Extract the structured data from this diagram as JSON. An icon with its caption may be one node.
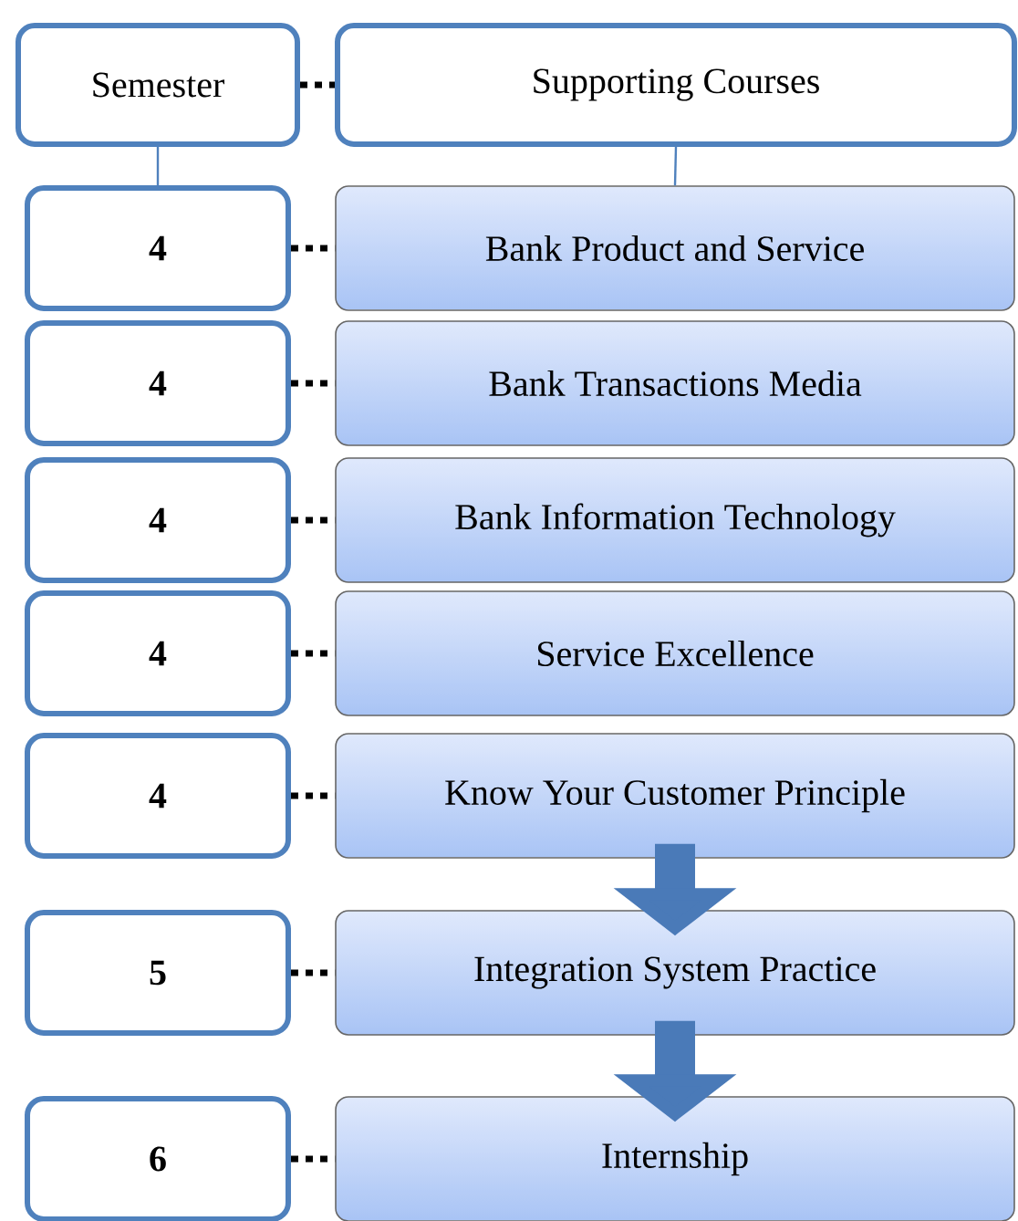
{
  "diagram": {
    "nodes": [
      {
        "text": [
          "Semester"
        ]
      },
      {
        "text": [
          "Supporting Courses"
        ]
      },
      {
        "text": [
          "4"
        ]
      },
      {
        "text": [
          "Bank Product and Service"
        ]
      },
      {
        "text": [
          "4"
        ]
      },
      {
        "text": [
          "Bank Transactions Media"
        ]
      },
      {
        "text": [
          "4"
        ]
      },
      {
        "text": [
          "Bank Information Technology"
        ]
      },
      {
        "text": [
          "4"
        ]
      },
      {
        "text": [
          "Service Excellence"
        ]
      },
      {
        "text": [
          "4"
        ]
      },
      {
        "text": [
          "Know Your Customer Principle"
        ]
      },
      {
        "text": [
          "5"
        ]
      },
      {
        "text": [
          "Integration System Practice"
        ]
      },
      {
        "text": [
          "6"
        ]
      },
      {
        "text": [
          "Internship"
        ]
      }
    ],
    "edges": [
      {
        "from": 0,
        "to": 1,
        "arrow": "none",
        "style": "dashed"
      },
      {
        "from": 0,
        "to": 2,
        "arrow": "none",
        "color": "#4f81bd"
      },
      {
        "from": 1,
        "to": 3,
        "arrow": "none",
        "color": "#4f81bd"
      },
      {
        "from": 2,
        "to": 3,
        "arrow": "none",
        "style": "dashed"
      },
      {
        "from": 4,
        "to": 5,
        "arrow": "none",
        "style": "dashed"
      },
      {
        "from": 6,
        "to": 7,
        "arrow": "none",
        "style": "dashed"
      },
      {
        "from": 8,
        "to": 9,
        "arrow": "none",
        "style": "dashed"
      },
      {
        "from": 10,
        "to": 11,
        "arrow": "none",
        "style": "dashed"
      },
      {
        "from": 12,
        "to": 13,
        "arrow": "none",
        "style": "dashed"
      },
      {
        "from": 14,
        "to": 15,
        "arrow": "none",
        "style": "dashed"
      },
      {
        "from": 11,
        "to": 13,
        "arrow": "to",
        "style": "thick",
        "color": "#4a7ab8"
      },
      {
        "from": 13,
        "to": 15,
        "arrow": "to",
        "style": "thick",
        "color": "#4a7ab8"
      }
    ]
  }
}
